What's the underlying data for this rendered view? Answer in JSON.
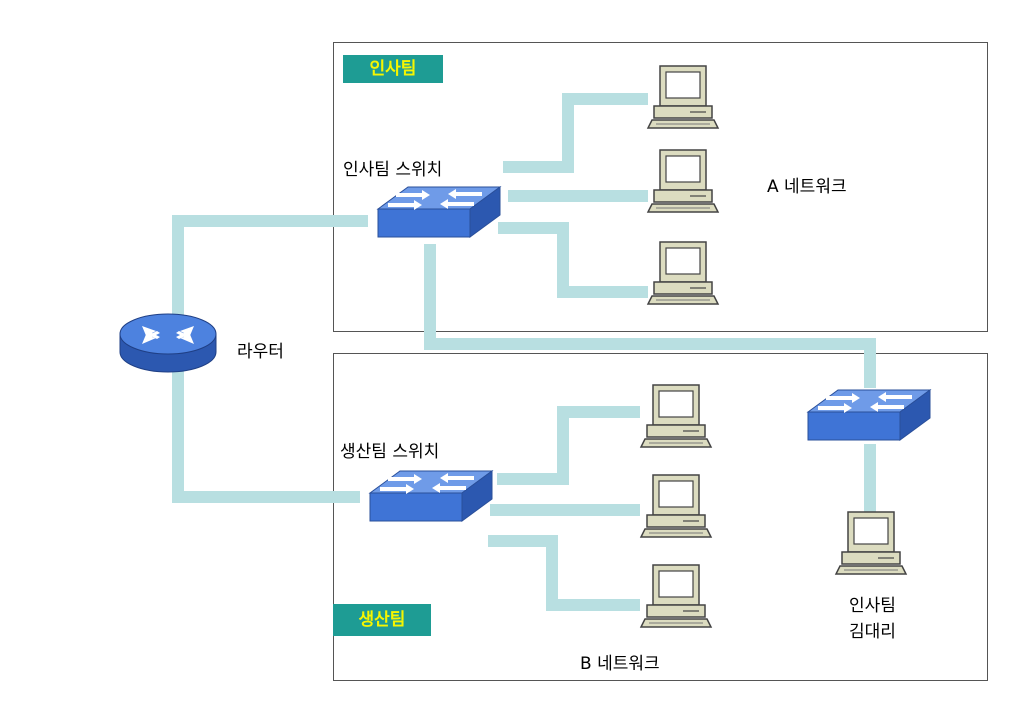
{
  "zones": {
    "hr": {
      "badge": "인사팀",
      "network_label": "A 네트워크",
      "switch_label": "인사팀 스위치"
    },
    "prod": {
      "badge": "생산팀",
      "network_label": "B 네트워크",
      "switch_label": "생산팀 스위치"
    }
  },
  "router": {
    "label": "라우터"
  },
  "remote_pc": {
    "label_line1": "인사팀",
    "label_line2": "김대리"
  },
  "colors": {
    "cable": "#b8dfe1",
    "device_blue": "#3f74d6",
    "badge_bg": "#1e9c94",
    "badge_text": "#f6f600",
    "pc_body": "#dcdcc0"
  },
  "icons": [
    "router-icon",
    "switch-icon",
    "pc-icon"
  ]
}
